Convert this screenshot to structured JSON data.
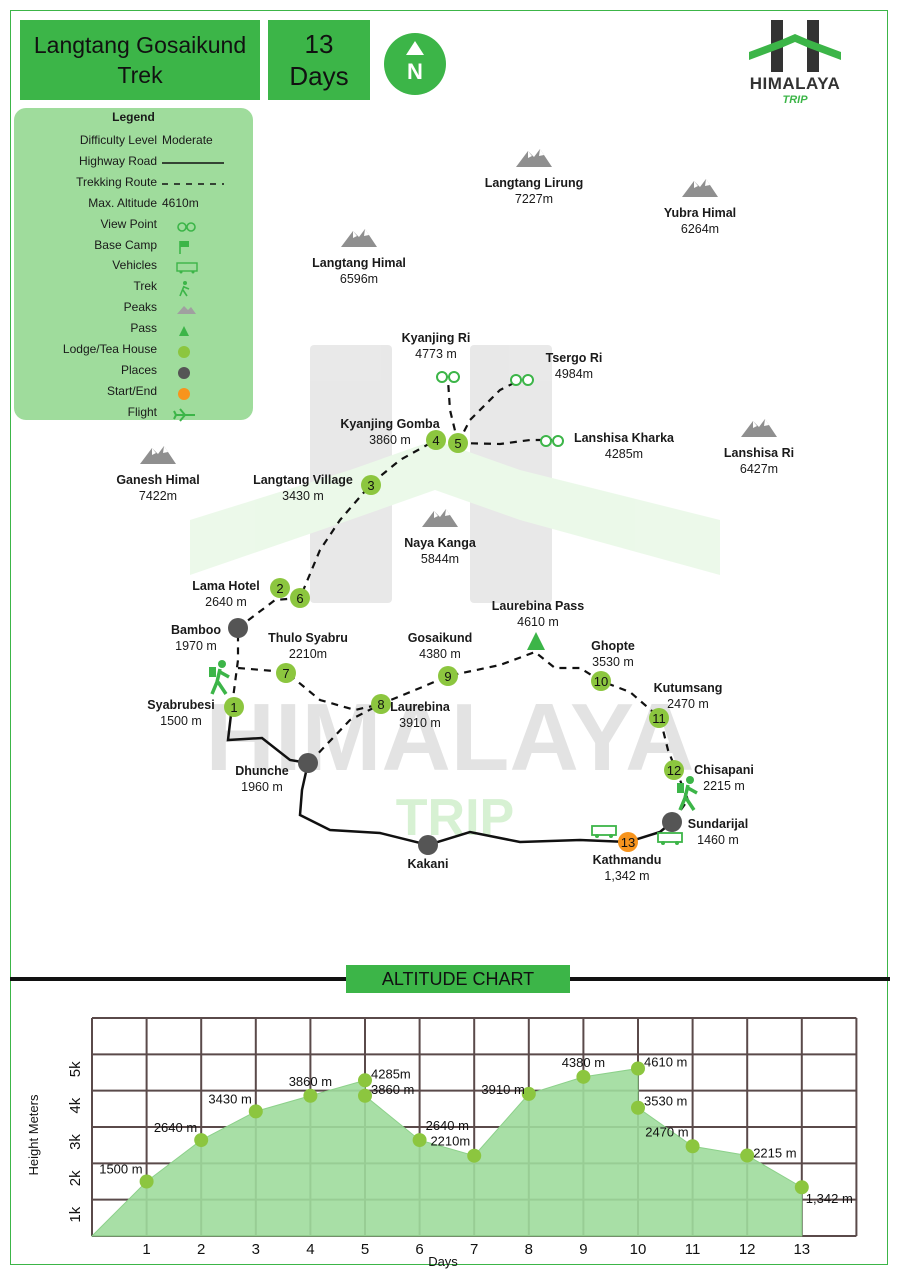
{
  "header": {
    "title_line1": "Langtang Gosaikund",
    "title_line2": "Trek",
    "days_number": "13",
    "days_label": "Days",
    "compass_label": "N"
  },
  "logo": {
    "name": "HIMALAYA",
    "sub": "TRIP"
  },
  "legend": {
    "title": "Legend",
    "rows": [
      {
        "label": "Difficulty Level",
        "value": "Moderate"
      },
      {
        "label": "Highway Road",
        "icon": "solid-line-icon"
      },
      {
        "label": "Trekking Route",
        "icon": "dashed-line-icon"
      },
      {
        "label": "Max. Altitude",
        "value": "4610m"
      },
      {
        "label": "View Point",
        "icon": "binoculars-icon"
      },
      {
        "label": "Base Camp",
        "icon": "flag-icon"
      },
      {
        "label": "Vehicles",
        "icon": "bus-icon"
      },
      {
        "label": "Trek",
        "icon": "hiker-icon"
      },
      {
        "label": "Peaks",
        "icon": "mountain-icon"
      },
      {
        "label": "Pass",
        "icon": "tent-icon"
      },
      {
        "label": "Lodge/Tea House",
        "icon": "green-dot-icon"
      },
      {
        "label": "Places",
        "icon": "grey-dot-icon"
      },
      {
        "label": "Start/End",
        "icon": "orange-dot-icon"
      },
      {
        "label": "Flight",
        "icon": "plane-icon"
      }
    ]
  },
  "peaks": [
    {
      "name": "Langtang Lirung",
      "alt": "7227m"
    },
    {
      "name": "Yubra Himal",
      "alt": "6264m"
    },
    {
      "name": "Langtang Himal",
      "alt": "6596m"
    },
    {
      "name": "Ganesh Himal",
      "alt": "7422m"
    },
    {
      "name": "Naya Kanga",
      "alt": "5844m"
    },
    {
      "name": "Lanshisa Ri",
      "alt": "6427m"
    }
  ],
  "places": [
    {
      "name": "Kyanjing Ri",
      "alt": "4773 m"
    },
    {
      "name": "Tsergo Ri",
      "alt": "4984m"
    },
    {
      "name": "Kyanjing Gomba",
      "alt": "3860 m"
    },
    {
      "name": "Lanshisa Kharka",
      "alt": "4285m"
    },
    {
      "name": "Langtang Village",
      "alt": "3430 m"
    },
    {
      "name": "Lama Hotel",
      "alt": "2640 m"
    },
    {
      "name": "Bamboo",
      "alt": "1970 m"
    },
    {
      "name": "Thulo Syabru",
      "alt": "2210m"
    },
    {
      "name": "Gosaikund",
      "alt": "4380 m"
    },
    {
      "name": "Laurebina Pass",
      "alt": "4610 m"
    },
    {
      "name": "Ghopte",
      "alt": "3530 m"
    },
    {
      "name": "Kutumsang",
      "alt": "2470 m"
    },
    {
      "name": "Syabrubesi",
      "alt": "1500 m"
    },
    {
      "name": "Laurebina",
      "alt": "3910 m"
    },
    {
      "name": "Dhunche",
      "alt": "1960 m"
    },
    {
      "name": "Chisapani",
      "alt": "2215 m"
    },
    {
      "name": "Sundarijal",
      "alt": "1460 m"
    },
    {
      "name": "Kakani",
      "alt": ""
    },
    {
      "name": "Kathmandu",
      "alt": "1,342 m"
    }
  ],
  "stop_numbers": [
    "1",
    "2",
    "3",
    "4",
    "5",
    "6",
    "7",
    "8",
    "9",
    "10",
    "11",
    "12",
    "13"
  ],
  "watermark": {
    "brand": "HIMALAYA",
    "sub": "TRIP"
  },
  "colors": {
    "primary_green": "#3cb548",
    "light_green": "#9fdc9c",
    "lodge_green": "#8cc63f",
    "place_grey": "#555555",
    "start_orange": "#f7941d"
  },
  "chart_data": {
    "type": "area",
    "title": "ALTITUDE CHART",
    "xlabel": "Days",
    "ylabel": "Height Meters",
    "x": [
      1,
      2,
      3,
      4,
      5,
      5,
      6,
      7,
      8,
      9,
      10,
      10,
      11,
      12,
      13
    ],
    "y": [
      1500,
      2640,
      3430,
      3860,
      4285,
      3860,
      2640,
      2210,
      3910,
      4380,
      4610,
      3530,
      2470,
      2215,
      1342
    ],
    "point_labels": [
      "1500 m",
      "2640 m",
      "3430 m",
      "3860 m",
      "4285m",
      "3860 m",
      "2640 m",
      "2210m",
      "3910 m",
      "4380 m",
      "4610 m",
      "3530 m",
      "2470 m",
      "2215 m",
      "1,342 m"
    ],
    "x_ticks": [
      "1",
      "2",
      "3",
      "4",
      "5",
      "6",
      "7",
      "8",
      "9",
      "10",
      "11",
      "12",
      "13"
    ],
    "y_ticks": [
      "1k",
      "2k",
      "3k",
      "4k",
      "5k"
    ],
    "xlim": [
      0,
      14
    ],
    "ylim": [
      0,
      6000
    ],
    "grid": true
  }
}
